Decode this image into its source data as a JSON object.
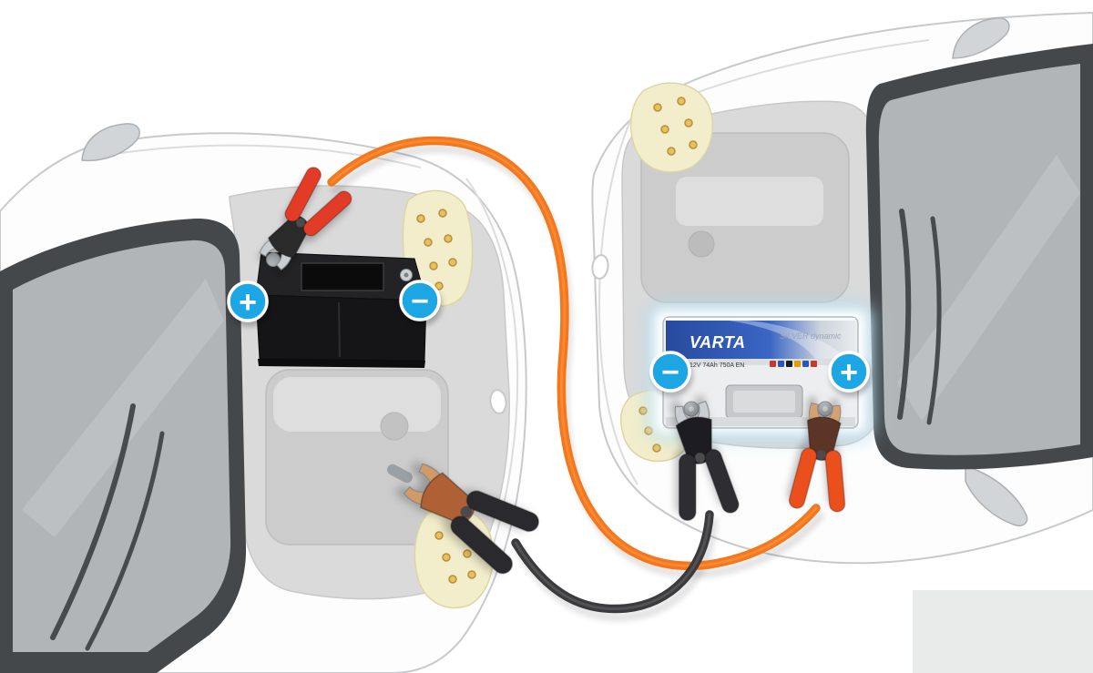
{
  "diagram_title": "car-jump-start-cable-connection",
  "badges": {
    "left_battery_plus": "+",
    "left_battery_minus": "−",
    "right_battery_minus": "−",
    "right_battery_plus": "+"
  },
  "right_battery_label": {
    "brand": "VARTA",
    "product_line": "SILVER dynamic",
    "spec_line": "12V 74Ah 750A EN"
  },
  "colors": {
    "badge_blue": "#1CA6E3",
    "positive_cable_orange": "#F4771B",
    "negative_cable_black": "#3B3B3D",
    "clamp_red": "#E23B28",
    "clamp_orange": "#EB4F1D",
    "clamp_copper": "#B06035",
    "clamp_black": "#2E2E31",
    "varta_blue": "#1E3F96",
    "headlight_amber": "#D9A43C"
  }
}
